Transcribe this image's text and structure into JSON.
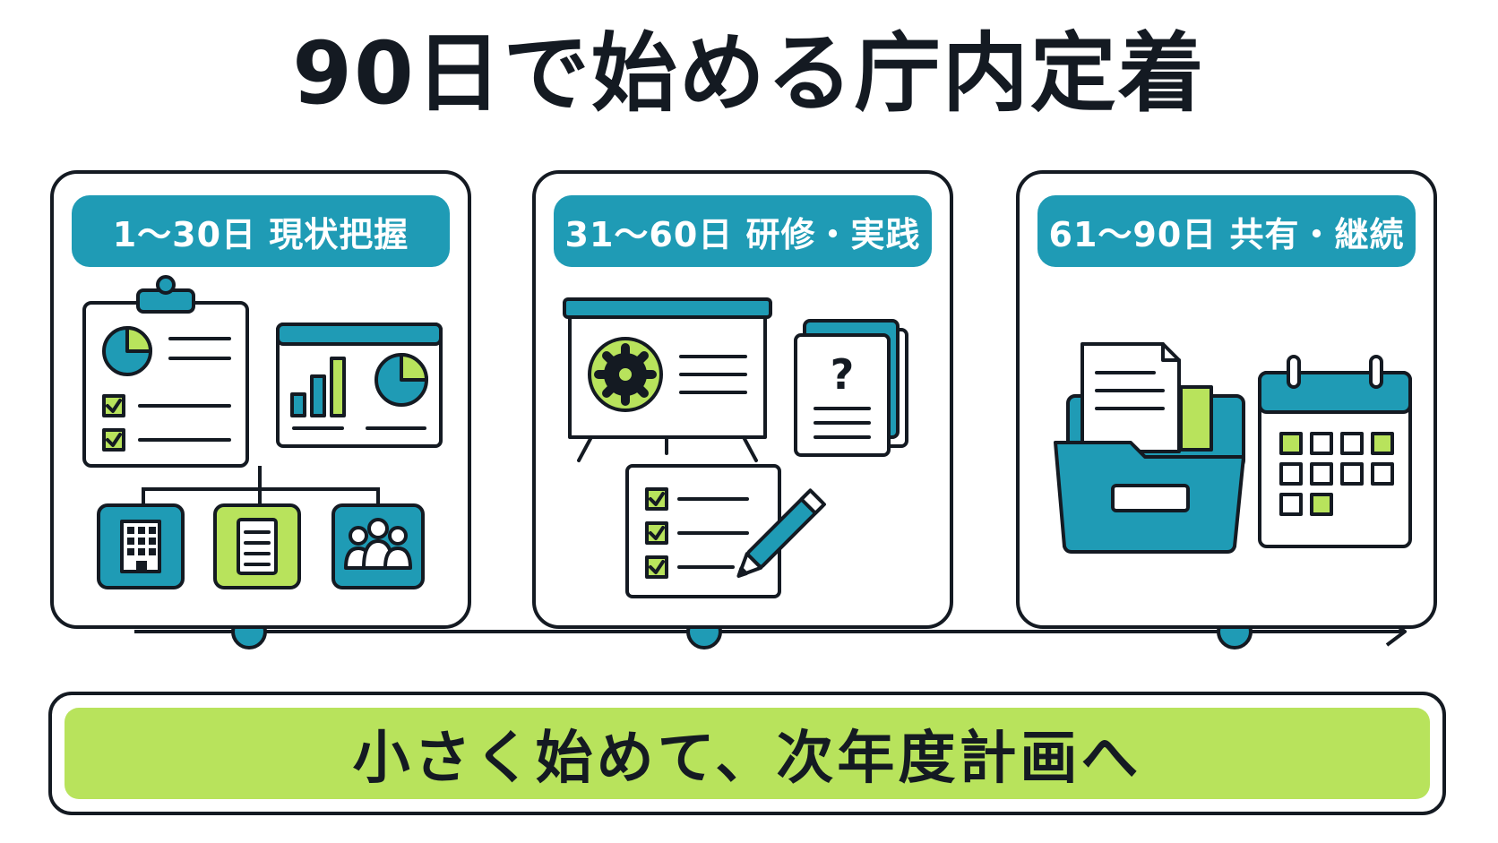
{
  "title": "90日で始める庁内定着",
  "phases": [
    {
      "label": "1〜30日 現状把握"
    },
    {
      "label": "31〜60日 研修・実践"
    },
    {
      "label": "61〜90日 共有・継続"
    }
  ],
  "footer": "小さく始めて、次年度計画へ",
  "colors": {
    "teal": "#1f9bb5",
    "lime": "#b8e35c",
    "ink": "#141a22"
  },
  "icons": {
    "phase1": [
      "clipboard-icon",
      "dashboard-icon",
      "building-icon",
      "document-icon",
      "team-icon"
    ],
    "phase2": [
      "presentation-board-icon",
      "question-cards-icon",
      "checklist-pencil-icon"
    ],
    "phase3": [
      "file-box-icon",
      "calendar-icon"
    ]
  }
}
